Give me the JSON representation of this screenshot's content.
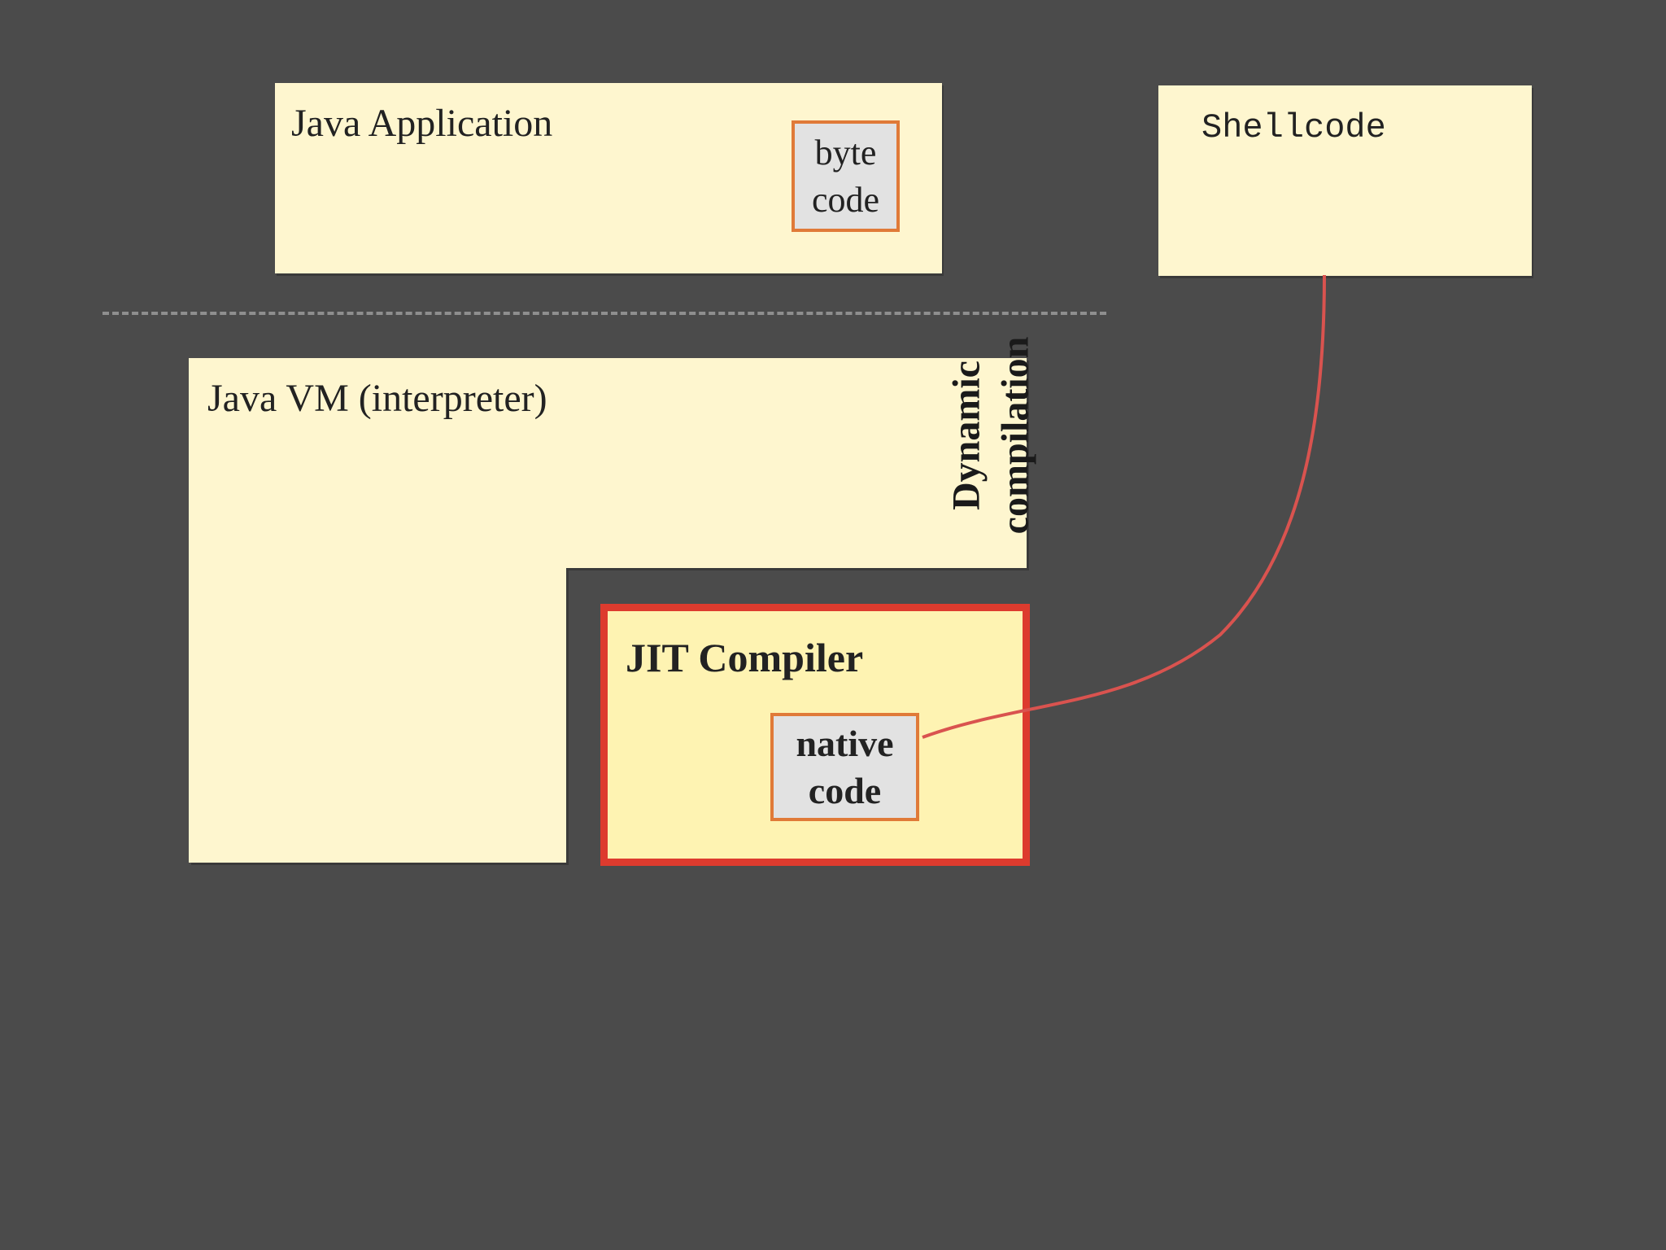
{
  "java_application": {
    "title": "Java Application",
    "bytecode_line1": "byte",
    "bytecode_line2": "code"
  },
  "shellcode": {
    "title": "Shellcode"
  },
  "jvm": {
    "title": "Java VM (interpreter)"
  },
  "dynamic_compilation": {
    "line1": "Dynamic",
    "line2": "compilation"
  },
  "jit": {
    "title": "JIT Compiler",
    "native_line1": "native",
    "native_line2": "code"
  },
  "colors": {
    "background": "#4b4b4b",
    "box_fill": "#fef6cf",
    "jit_fill": "#fef3b2",
    "jit_border": "#dd3b2e",
    "code_border": "#e07a38",
    "code_fill": "#e2e2e2",
    "link_line": "#d9534f"
  }
}
